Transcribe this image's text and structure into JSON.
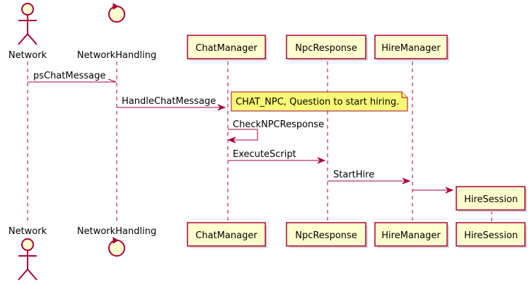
{
  "participants": {
    "network": "Network",
    "network_handling": "NetworkHandling",
    "chat_manager": "ChatManager",
    "npc_response": "NpcResponse",
    "hire_manager": "HireManager",
    "hire_session": "HireSession"
  },
  "messages": {
    "m1": "psChatMessage",
    "m2": "HandleChatMessage",
    "m3": "CheckNPCResponse",
    "m4": "ExecuteScript",
    "m5": "StartHire"
  },
  "note": "CHAT_NPC, Question to start hiring."
}
